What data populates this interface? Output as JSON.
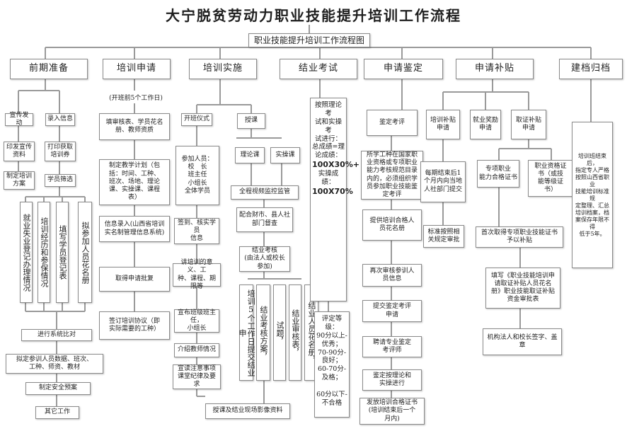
{
  "title": "大宁脱贫劳动力职业技能提升培训工作流程",
  "subtitle": "职业技能提升培训工作流程图",
  "columns": {
    "prep": "前期准备",
    "apply": "培训申请",
    "implement": "培训实施",
    "exam": "结业考试",
    "appraise": "申请鉴定",
    "subsidy": "申请补贴",
    "archive": "建档归档"
  },
  "prep": {
    "publicize": "宣传发动",
    "enter_info": "录入信息",
    "print_materials": "印发宣传\n资料",
    "print_training": "打印获取\n培训券",
    "plan": "制定培训\n方案",
    "screening": "学员筛选",
    "v1": "就业失业登记办理情况",
    "v2": "培训经历和参保情况",
    "v3": "填写学员登记表",
    "v4": "拟参加人员花名册",
    "compare": "进行系统比对",
    "draft": "拟定参训人员数据、班次、\n工种、师资、教材",
    "safety": "制定安全预案",
    "other": "其它工作"
  },
  "apply": {
    "note": "(开班前5个工作日)",
    "fill": "填审核表、学员花名\n册、教师资质",
    "plan": "制定教学计划（包\n括：时间、工种、\n班次、场地、理论\n课、实操课、课程\n表）",
    "entry": "信息录入(山西省培训\n实名制管理信息系统)",
    "approve": "取得申请批复",
    "agreement": "签订培训协议（即\n实际需要的工种）"
  },
  "implement": {
    "opening": "开班仪式",
    "attendees": "参加人员：\n校　长\n班主任\n小组长\n全体学员",
    "signin": "签到、核实学员\n信息",
    "explain": "讲培训的意义、工\n种、课程、期限等",
    "announce": "宣布班级班主任，\n小组长",
    "teachers": "介绍教师情况",
    "discipline": "宣读注意事项\n课堂纪律及要求",
    "lecture": "授课",
    "theory": "理论课",
    "practice": "实操课",
    "monitor": "全程视频监控监管",
    "cooperate": "配合财市、县人社\n部门督查",
    "assess": "结业考核\n(由法人或校长\n参加)",
    "v1": "培训5个工作日提交结业申",
    "v2": "结业考核方案，",
    "v3": "试题，",
    "v4": "结业审核表，",
    "v5": "结业人员花名册，",
    "archive": "授课及结业现场影像资料"
  },
  "exam": {
    "method_a": "按照理论考\n试和实操考\n试进行：\n总成绩=理\n论成绩：",
    "formula_a": "100X30%+",
    "method_b": "实操成绩：",
    "formula_b": "100X70%",
    "grading": "评定等\n级：\n90分以上-\n优秀；\n70-90分-\n良好；\n60-70分-\n及格；\n\n60分以下-\n不合格"
  },
  "appraise": {
    "evaluate": "鉴定考评",
    "desc": "所学工种在国家职\n业资格或专项职业\n能力考核规范目录\n内的，必须组织学\n员参加职业技能鉴\n定考评",
    "roster": "提供培训合格人\n员花名册",
    "review": "再次审核参训人\n员信息",
    "submit": "提交鉴定考评\n申请",
    "hire": "聘请专业鉴定\n考评师",
    "conduct": "鉴定按理论和\n实操进行",
    "certificate": "发放培训合格证书\n(培训结束后一个\n月内)"
  },
  "subsidy": {
    "training": "培训补贴\n申请",
    "employment": "就业奖励\n申请",
    "cert": "取证补贴\n申请",
    "apply_month": "每期结束后1\n个月内向当地\n人社部门提交",
    "standard": "标准按照相\n关规定审批",
    "special_cert": "专项职业\n能力合格证书",
    "qual_cert": "职业资格证\n书（或技\n能等级证\n书）",
    "first_cert": "首次取得专项职业技能证书\n予以补贴",
    "fill_form": "填写《职业技能培训申\n请取证补贴人员花名\n册》职业技能取证补贴\n资金审批表",
    "sign": "机构法人和校长签字、盖\n章"
  },
  "archive": {
    "desc": "培训班结束后，\n指定专人严格\n按照山西省职业\n技能培训标准规\n定整理、汇总\n培训档案，档\n案保存年限不得\n低于5年。"
  }
}
